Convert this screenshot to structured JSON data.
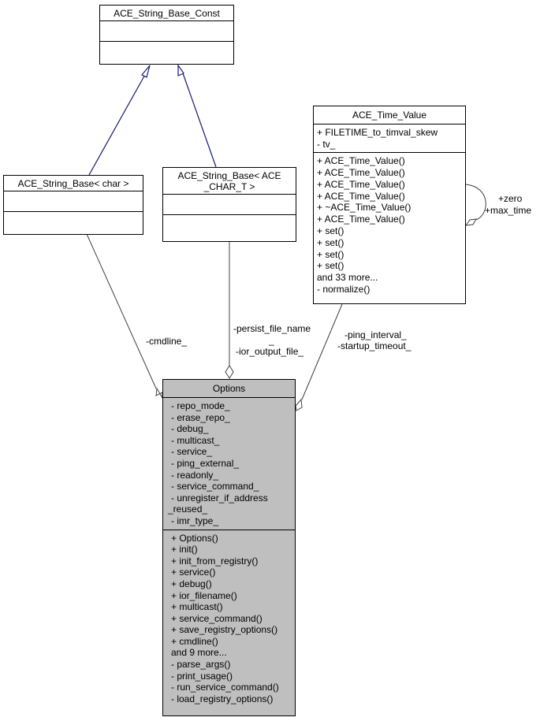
{
  "diagram": {
    "classes": {
      "string_base_const": {
        "name": "ACE_String_Base_Const",
        "attributes": [],
        "methods": []
      },
      "string_base_char": {
        "name": "ACE_String_Base< char >",
        "attributes": [],
        "methods": []
      },
      "string_base_ace_char": {
        "name_line1": "ACE_String_Base< ACE",
        "name_line2": "_CHAR_T >",
        "attributes": [],
        "methods": []
      },
      "time_value": {
        "name": "ACE_Time_Value",
        "attributes": [
          "+ FILETIME_to_timval_skew",
          "- tv_"
        ],
        "methods": [
          "+ ACE_Time_Value()",
          "+ ACE_Time_Value()",
          "+ ACE_Time_Value()",
          "+ ACE_Time_Value()",
          "+ ~ACE_Time_Value()",
          "+ ACE_Time_Value()",
          "+ set()",
          "+ set()",
          "+ set()",
          "+ set()",
          "and 33 more...",
          "- normalize()"
        ]
      },
      "options": {
        "name": "Options",
        "attributes": [
          "- repo_mode_",
          "- erase_repo_",
          "- debug_",
          "- multicast_",
          "- service_",
          "- ping_external_",
          "- readonly_",
          "- service_command_",
          "- unregister_if_address",
          "_reused_",
          "- imr_type_"
        ],
        "methods": [
          "+ Options()",
          "+ init()",
          "+ init_from_registry()",
          "+ service()",
          "+ debug()",
          "+ ior_filename()",
          "+ multicast()",
          "+ service_command()",
          "+ save_registry_options()",
          "+ cmdline()",
          "and 9 more...",
          "- parse_args()",
          "- print_usage()",
          "- run_service_command()",
          "- load_registry_options()"
        ]
      }
    },
    "edge_labels": {
      "cmdline": "-cmdline_",
      "persist_line1": "-persist_file_name",
      "persist_line2": "_",
      "ior_output": "-ior_output_file_",
      "ping_interval": "-ping_interval_",
      "startup_timeout": "-startup_timeout_",
      "zero": "+zero",
      "max_time": "+max_time"
    },
    "colors": {
      "inheritance_edge": "#191970",
      "composition_edge": "#404040",
      "highlight_fill": "#bfbfbf"
    }
  }
}
